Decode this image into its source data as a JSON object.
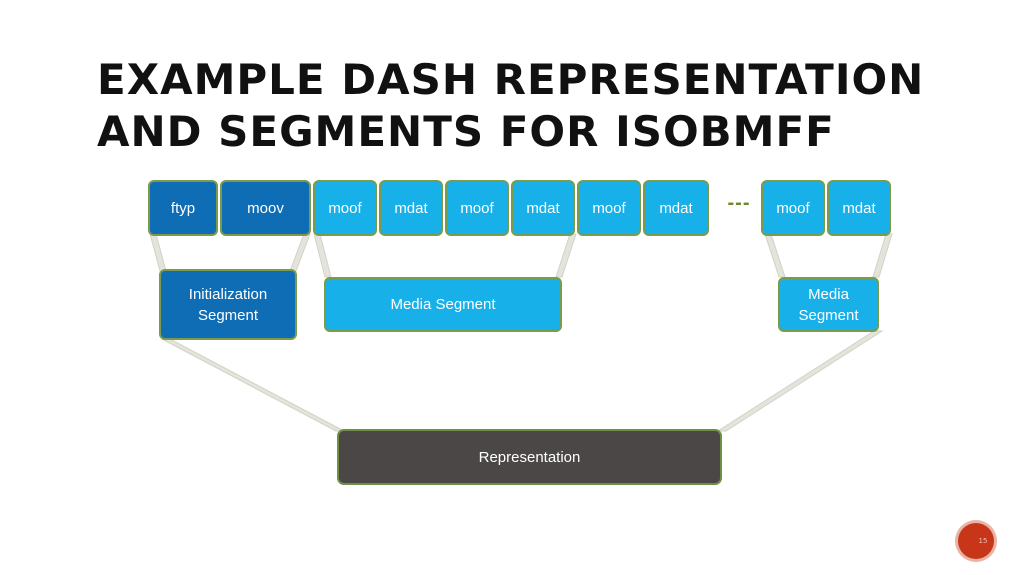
{
  "title": "EXAMPLE DASH REPRESENTATION AND SEGMENTS FOR ISOBMFF",
  "boxes": {
    "ftyp": "ftyp",
    "moov": "moov",
    "moof1": "moof",
    "mdat1": "mdat",
    "moof2": "moof",
    "mdat2": "mdat",
    "moof3": "moof",
    "mdat3": "mdat",
    "ellipsis": "---",
    "moof4": "moof",
    "mdat4": "mdat"
  },
  "segments": {
    "initialization": "Initialization Segment",
    "media1": "Media Segment",
    "media2": "Media Segment"
  },
  "representation": "Representation",
  "page_number": "15",
  "colors": {
    "box_dark": "#0f6db5",
    "box_light": "#17b0e8",
    "representation": "#4a4746",
    "border": "#7a9a4c",
    "badge": "#c8361a"
  }
}
